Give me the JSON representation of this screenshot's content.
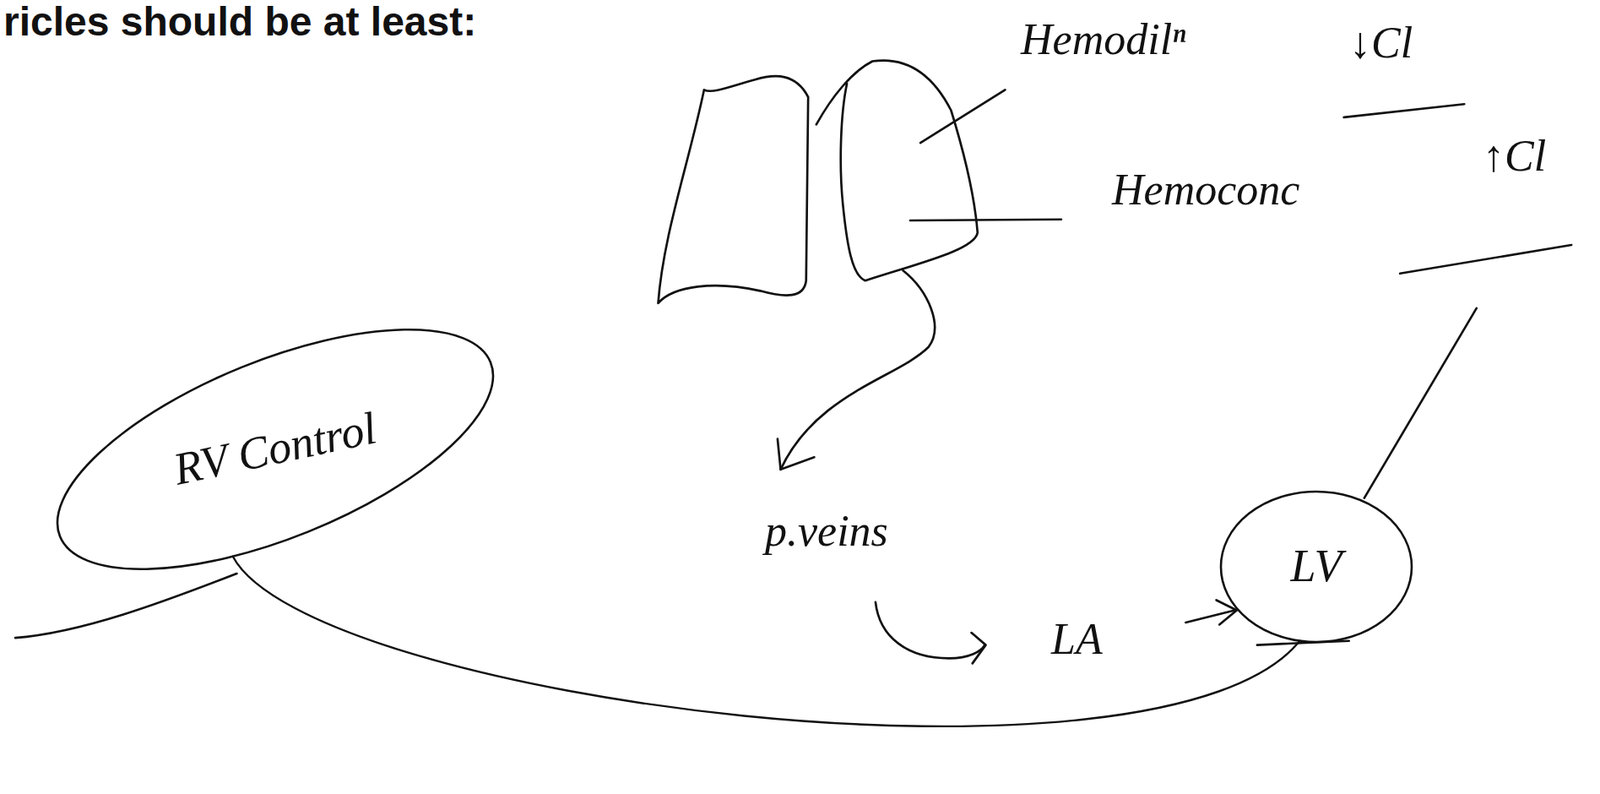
{
  "diagram": {
    "nodes": [
      {
        "text": [
          "RV Control"
        ]
      },
      {
        "text": [
          "LV"
        ]
      }
    ],
    "edges": [
      {
        "from": 0,
        "to": 1,
        "arrow": "none"
      }
    ],
    "labels": [
      "ricles should be at least:",
      "Hemodilⁿ",
      "↓Cl",
      "Hemoconc",
      "↑Cl",
      "p.veins",
      "LA"
    ]
  }
}
